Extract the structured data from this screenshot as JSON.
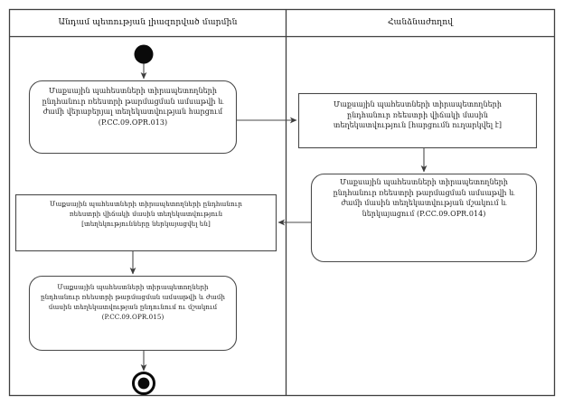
{
  "diagram": {
    "type": "uml-activity-diagram-with-swimlanes",
    "frame": {
      "border_color": "#3a3a3a",
      "background": "#ffffff"
    },
    "lanes": [
      {
        "id": "lane-member-state",
        "title": "Անդամ պետության լիազորված մարմին"
      },
      {
        "id": "lane-commission",
        "title": "Հանձնաժողով"
      }
    ],
    "nodes": [
      {
        "id": "start-node",
        "kind": "initial-node",
        "lane": "lane-member-state",
        "label": ""
      },
      {
        "id": "activity-opr-013",
        "kind": "activity-rounded",
        "lane": "lane-member-state",
        "text": "Մաքսային պահեստների տիրապետողների\nընդհանուր ռեեստրի թարմացման ամսաթվի և\nժամի վերաբերյալ տեղեկատվության հարցում\n(P.CC.09.OPR.013)",
        "code": "P.CC.09.OPR.013"
      },
      {
        "id": "object-registry-info-request-sent",
        "kind": "object-node-rectangle",
        "lane": "lane-commission",
        "text": "Մաքսային պահեստների տիրապետողների\nընդհանուր ռեեստրի վիճակի մասին\nտեղեկատվություն [հարցումն ուղարկվել է]",
        "state": "[հարցումն ուղարկվել է]"
      },
      {
        "id": "activity-opr-014",
        "kind": "activity-rounded",
        "lane": "lane-commission",
        "text": "Մաքսային պահեստների տիրապետողների\nընդհանուր ռեեստրի թարմացման ամսաթվի և\nժամի մասին տեղեկատվության մշակում և\nներկայացում (P.CC.09.OPR.014)",
        "code": "P.CC.09.OPR.014"
      },
      {
        "id": "object-registry-info-provided",
        "kind": "object-node-rectangle",
        "lane": "lane-member-state",
        "text": "Մաքսային պահեստների տիրապետողների  ընդհանուր\nռեեստրի վիճակի մասին տեղեկատվություն\n[տեղեկությունները ներկայացվել են]",
        "state": "[տեղեկությունները ներկայացվել են]"
      },
      {
        "id": "activity-opr-015",
        "kind": "activity-rounded",
        "lane": "lane-member-state",
        "text": "Մաքսային պահեստների տիրապետողների\nընդհանուր ռեեստրի թարմացման ամսաթվի և ժամի\nմասին տեղեկատվության ընդունում ու մշակում\n(P.CC.09.OPR.015)",
        "code": "P.CC.09.OPR.015"
      },
      {
        "id": "end-node",
        "kind": "final-node",
        "lane": "lane-member-state",
        "label": ""
      }
    ],
    "edges": [
      {
        "id": "edge-start-to-013",
        "from": "start-node",
        "to": "activity-opr-013",
        "direction": "down"
      },
      {
        "id": "edge-013-to-request",
        "from": "activity-opr-013",
        "to": "object-registry-info-request-sent",
        "direction": "right"
      },
      {
        "id": "edge-request-to-014",
        "from": "object-registry-info-request-sent",
        "to": "activity-opr-014",
        "direction": "down"
      },
      {
        "id": "edge-014-to-provided",
        "from": "activity-opr-014",
        "to": "object-registry-info-provided",
        "direction": "left"
      },
      {
        "id": "edge-provided-to-015",
        "from": "object-registry-info-provided",
        "to": "activity-opr-015",
        "direction": "down"
      },
      {
        "id": "edge-015-to-end",
        "from": "activity-opr-015",
        "to": "end-node",
        "direction": "down"
      }
    ]
  }
}
